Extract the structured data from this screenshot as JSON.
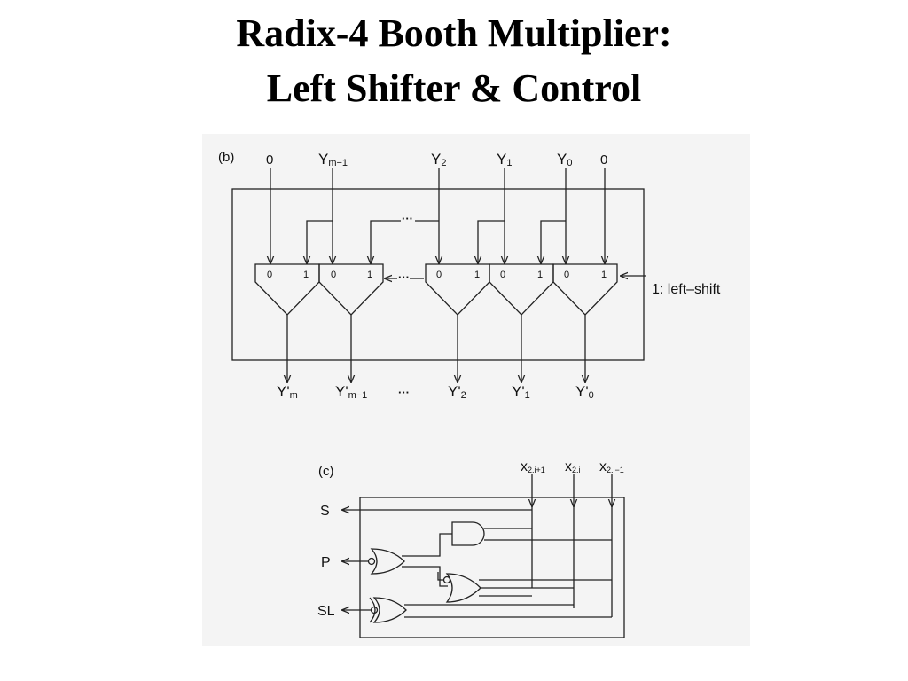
{
  "title": {
    "line1": "Radix-4 Booth Multiplier:",
    "line2": "Left Shifter & Control"
  },
  "shifter": {
    "label": "(b)",
    "inputs": {
      "zero_left": "0",
      "y_m1": "Y",
      "y_m1_sub": "m−1",
      "y2": "Y",
      "y2_sub": "2",
      "y1": "Y",
      "y1_sub": "1",
      "y0": "Y",
      "y0_sub": "0",
      "zero_right": "0"
    },
    "mux_inputs": {
      "a": "0",
      "b": "1"
    },
    "ellipsis": "···",
    "control": "1: left–shift",
    "outputs": {
      "ym": "Y'",
      "ym_sub": "m",
      "ym1": "Y'",
      "ym1_sub": "m−1",
      "y2": "Y'",
      "y2_sub": "2",
      "y1": "Y'",
      "y1_sub": "1",
      "y0": "Y'",
      "y0_sub": "0"
    }
  },
  "control": {
    "label": "(c)",
    "inputs": {
      "x_a": "x",
      "x_a_sub": "2.i+1",
      "x_b": "x",
      "x_b_sub": "2.i",
      "x_c": "x",
      "x_c_sub": "2.i−1"
    },
    "outputs": {
      "s": "S",
      "p": "P",
      "sl": "SL"
    }
  }
}
